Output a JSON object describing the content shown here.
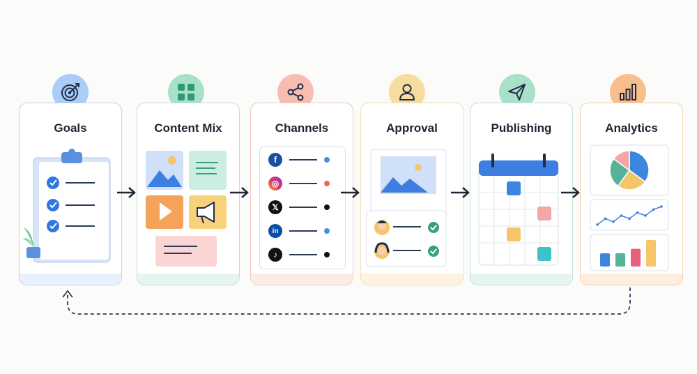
{
  "stages": [
    {
      "title": "Goals",
      "icon": "target-icon",
      "color": "#7fb0ee"
    },
    {
      "title": "Content Mix",
      "icon": "grid-icon",
      "color": "#8fd3b8"
    },
    {
      "title": "Channels",
      "icon": "share-icon",
      "color": "#f3a594"
    },
    {
      "title": "Approval",
      "icon": "user-icon",
      "color": "#f3cd83"
    },
    {
      "title": "Publishing",
      "icon": "send-icon",
      "color": "#8fd3b8"
    },
    {
      "title": "Analytics",
      "icon": "bar-chart-icon",
      "color": "#f5b27a"
    }
  ],
  "channels": [
    {
      "icon": "facebook-icon",
      "glyph": "f",
      "bg": "#1b4fa0",
      "dot": "#4a8bea"
    },
    {
      "icon": "instagram-icon",
      "glyph": "◎",
      "bg": "#e1306c",
      "dot": "#e8685a"
    },
    {
      "icon": "x-icon",
      "glyph": "𝕏",
      "bg": "#111111",
      "dot": "#111111"
    },
    {
      "icon": "linkedin-icon",
      "glyph": "in",
      "bg": "#0a4fa3",
      "dot": "#4a8bea"
    },
    {
      "icon": "tiktok-icon",
      "glyph": "♪",
      "bg": "#111111",
      "dot": "#111111"
    }
  ],
  "pie_chart": {
    "slices": [
      35,
      25,
      25,
      15
    ],
    "colors": [
      "#3d86e0",
      "#f5c56a",
      "#56b39a",
      "#f2a6a6"
    ]
  },
  "bar_chart": {
    "values": [
      3,
      3,
      4,
      6
    ],
    "colors": [
      "#3d86e0",
      "#56b39a",
      "#e95f80",
      "#f5c56a"
    ]
  },
  "line_chart": {
    "values": [
      2,
      4,
      3,
      5,
      4,
      6,
      5,
      7,
      8
    ]
  },
  "colors": {
    "ink": "#1e2433",
    "loop": "#2b3a55"
  }
}
